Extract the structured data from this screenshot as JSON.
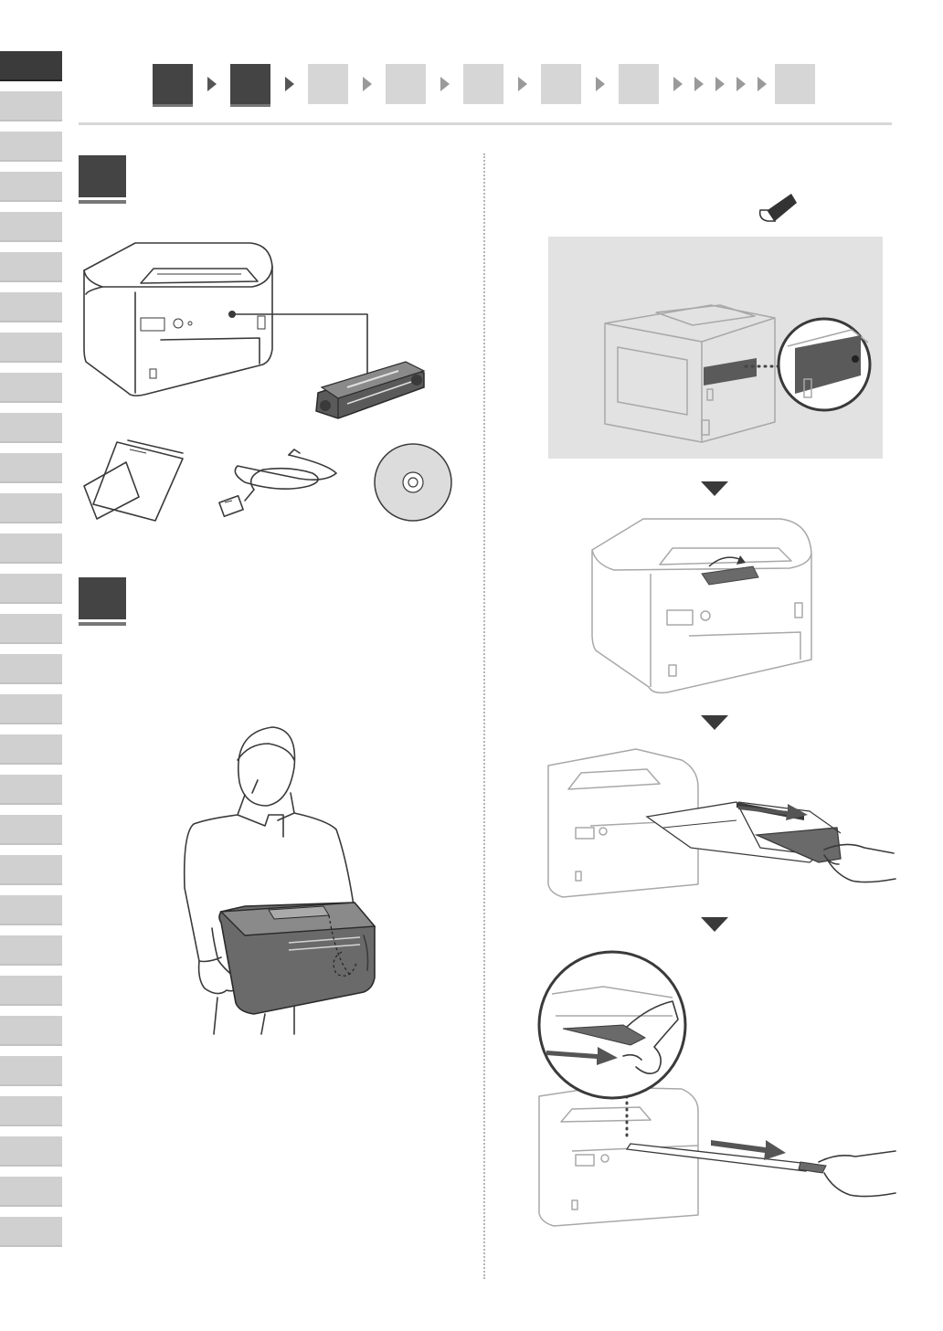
{
  "navigation": {
    "language_tabs": 30,
    "active_language_tab": 0,
    "steps_total": 8,
    "steps_done": 2
  },
  "colors": {
    "dark": "#444444",
    "inactive": "#d6d6d6",
    "rule": "#d8d8d8",
    "panel": "#e2e2e2"
  },
  "sections": [
    {
      "id": "contents",
      "illustrations": [
        "printer-icon",
        "toner-cartridge-icon",
        "manual-icon",
        "power-cord-icon",
        "cd-rom-icon"
      ]
    },
    {
      "id": "carry-printer",
      "illustrations": [
        "person-carrying-printer-icon"
      ]
    },
    {
      "id": "remove-packing-material",
      "illustrations": [
        "tape-icon",
        "printer-back-tape-icon",
        "printer-top-tape-icon",
        "pull-out-sheet-icon",
        "pull-out-strip-icon"
      ]
    }
  ]
}
